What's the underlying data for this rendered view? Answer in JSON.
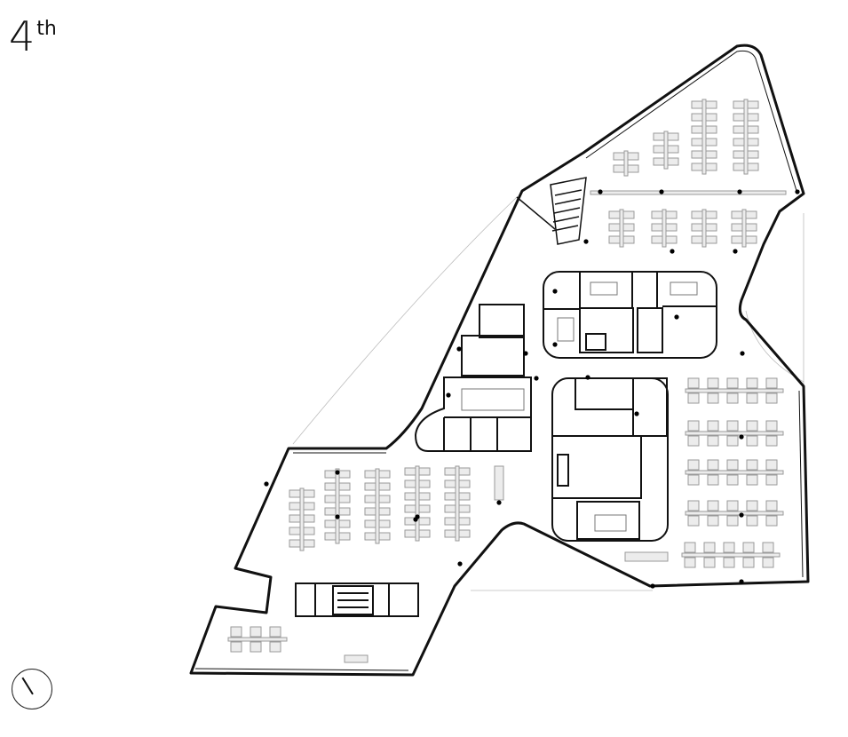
{
  "floor": {
    "number": "4",
    "suffix": "th"
  },
  "plan": {
    "colors": {
      "wall": "#111111",
      "furniture": "#9a9a9a",
      "furniture_fill": "#ececec",
      "thin_line": "#bdbdbd",
      "column": "#000000"
    },
    "spaces": [
      "north-east-workstations",
      "east-workstations",
      "south-west-workstations",
      "west-workstations",
      "central-core-north",
      "central-core-south",
      "meeting-rooms-west",
      "south-stair-core",
      "north-stair"
    ]
  },
  "compass": {
    "icon": "north-arrow-icon"
  }
}
